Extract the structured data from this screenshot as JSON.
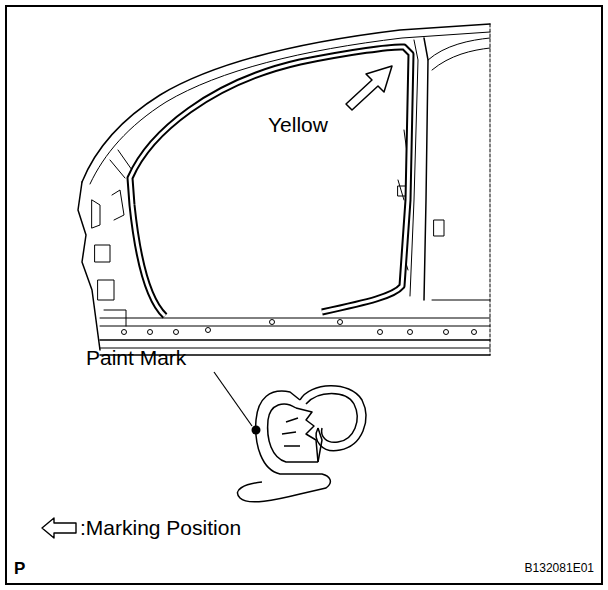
{
  "diagram": {
    "labels": [
      "Yellow",
      "Paint Mark",
      "P",
      "B132081E01"
    ],
    "legend": [
      {
        "text": ":Marking Position"
      }
    ]
  }
}
